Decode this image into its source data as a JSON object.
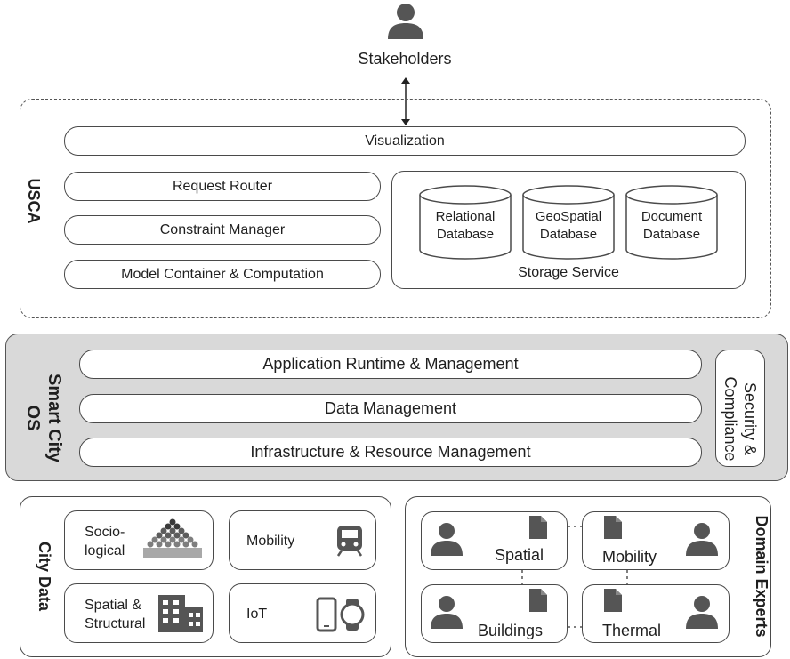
{
  "top": {
    "stakeholders_label": "Stakeholders",
    "icon": "person-icon"
  },
  "usca": {
    "label": "USCA",
    "visualization": "Visualization",
    "left_items": [
      "Request Router",
      "Constraint Manager",
      "Model Container & Computation"
    ],
    "storage": {
      "label": "Storage Service",
      "databases": [
        {
          "line1": "Relational",
          "line2": "Database"
        },
        {
          "line1": "GeoSpatial",
          "line2": "Database"
        },
        {
          "line1": "Document",
          "line2": "Database"
        }
      ]
    }
  },
  "os": {
    "label_line1": "Smart City",
    "label_line2": "OS",
    "layers": [
      "Application Runtime & Management",
      "Data Management",
      "Infrastructure & Resource Management"
    ],
    "security_line1": "Security &",
    "security_line2": "Compliance"
  },
  "city_data": {
    "label": "City Data",
    "tiles": [
      {
        "line1": "Socio-",
        "line2": "logical",
        "icon": "crowd-icon"
      },
      {
        "line1": "Mobility",
        "icon": "train-icon"
      },
      {
        "line1": "Spatial &",
        "line2": "Structural",
        "icon": "building-icon"
      },
      {
        "line1": "IoT",
        "icon": "devices-icon"
      }
    ]
  },
  "domain_experts": {
    "label": "Domain Experts",
    "tiles": [
      {
        "label": "Spatial"
      },
      {
        "label": "Mobility"
      },
      {
        "label": "Buildings"
      },
      {
        "label": "Thermal"
      }
    ]
  },
  "colors": {
    "stroke": "#4a4a4a",
    "os_fill": "#d9d9d9",
    "icon": "#555555"
  }
}
